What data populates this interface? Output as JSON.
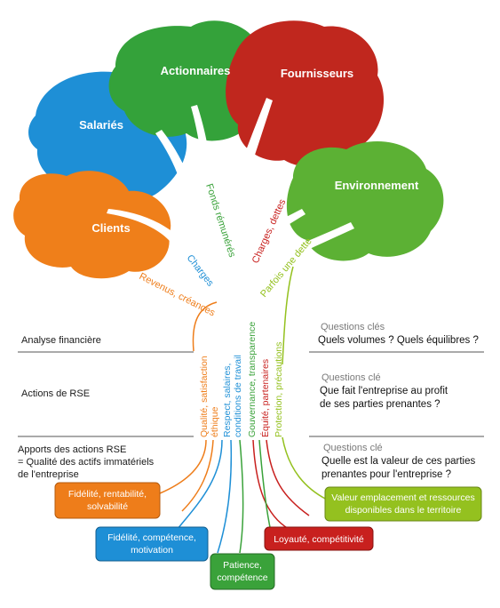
{
  "crowns": {
    "actionnaires": "Actionnaires",
    "fournisseurs": "Fournisseurs",
    "salaries": "Salariés",
    "environnement": "Environnement",
    "clients": "Clients"
  },
  "branches": {
    "fonds": "Fonds rémunérés",
    "charges_dettes": "Charges, dettes",
    "charges": "Charges",
    "parfois": "Parfois une dette",
    "revenus": "Revenus, créances"
  },
  "trunk": {
    "qualite_1": "Qualité, satisfaction",
    "qualite_2": "éthique",
    "respect_1": "Respect, salaires,",
    "respect_2": "conditions de travail",
    "gouvernance": "Gouvernance, transparence",
    "equite": "Équité, partenaires",
    "protection": "Protection, précautions"
  },
  "rows": {
    "analyse": "Analyse financière",
    "actions": "Actions de RSE",
    "apports_1": "Apports des actions RSE",
    "apports_2": "= Qualité des actifs immatériels",
    "apports_3": "de l'entreprise"
  },
  "questions": {
    "q1_head": "Questions clés",
    "q1_body": "Quels volumes ? Quels équilibres ?",
    "q2_head": "Questions clé",
    "q2_body_1": "Que fait l'entreprise au profit",
    "q2_body_2": "de ses parties prenantes ?",
    "q3_head": "Questions clé",
    "q3_body_1": "Quelle est la valeur de ces parties",
    "q3_body_2": "prenantes pour l'entreprise ?"
  },
  "boxes": {
    "fidelite_rent_1": "Fidélité, rentabilité,",
    "fidelite_rent_2": "solvabilité",
    "fidelite_comp_1": "Fidélité, compétence,",
    "fidelite_comp_2": "motivation",
    "patience_1": "Patience,",
    "patience_2": "compétence",
    "loyaute": "Loyauté, compétitivité",
    "valeur_1": "Valeur emplacement et ressources",
    "valeur_2": "disponibles dans le territoire"
  },
  "colors": {
    "orange": "#ee7d1a",
    "blue": "#1e8fd6",
    "green": "#3aa23a",
    "red": "#c8201e",
    "lime": "#94c11f"
  }
}
